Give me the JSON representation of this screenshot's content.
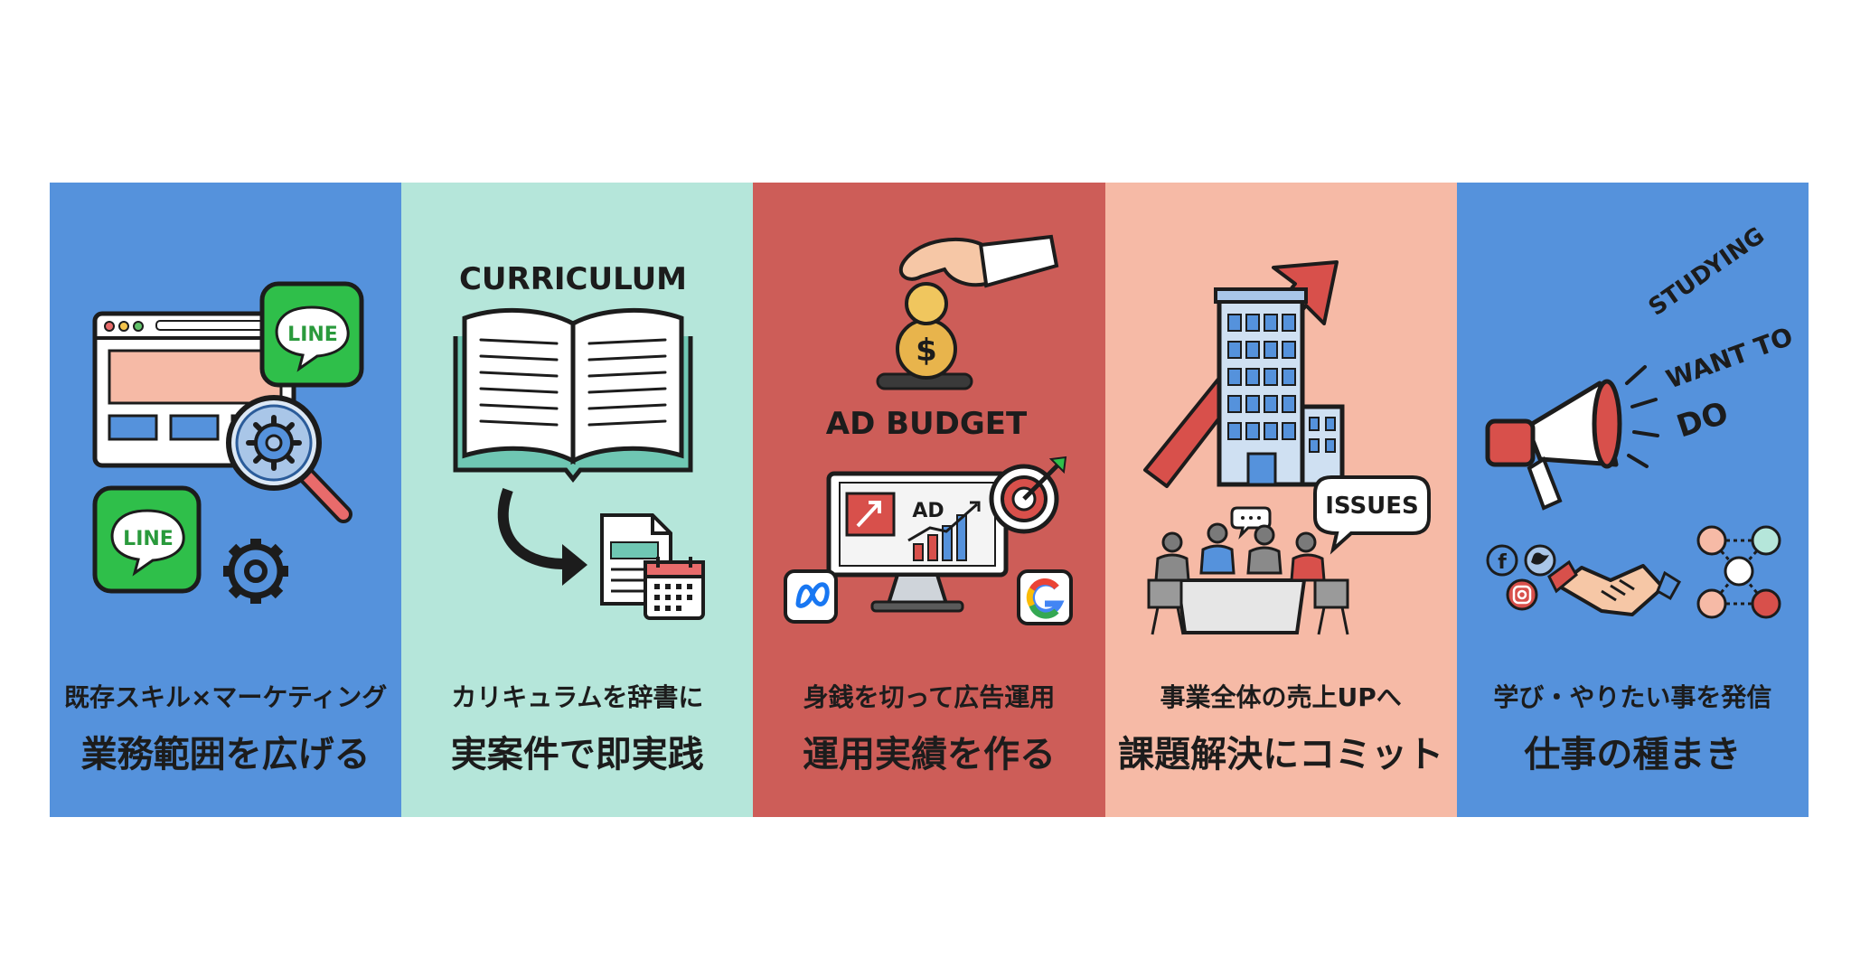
{
  "colors": {
    "panel_blue": "#5592dc",
    "panel_mint": "#b5e6da",
    "panel_red": "#cd5d58",
    "panel_peach": "#f6baa6",
    "line_green": "#2fbf4a",
    "outline": "#1c1c1c"
  },
  "panels": [
    {
      "subtitle": "既存スキル×マーケティング",
      "title": "業務範囲を広げる",
      "icons": [
        "browser-window-icon",
        "line-app-icon",
        "magnifier-gear-icon",
        "gear-icon"
      ],
      "badges": [
        "LINE",
        "LINE"
      ]
    },
    {
      "subtitle": "カリキュラムを辞書に",
      "title": "実案件で即実践",
      "icons": [
        "open-book-icon",
        "curved-arrow-icon",
        "document-icon",
        "calendar-icon"
      ],
      "heading": "CURRICULUM"
    },
    {
      "subtitle": "身銭を切って広告運用",
      "title": "運用実績を作る",
      "icons": [
        "hand-coin-icon",
        "monitor-chart-icon",
        "target-icon",
        "meta-icon",
        "google-icon"
      ],
      "heading": "AD BUDGET",
      "monitor_label": "AD"
    },
    {
      "subtitle": "事業全体の売上UPへ",
      "title": "課題解決にコミット",
      "icons": [
        "building-icon",
        "up-arrow-icon",
        "meeting-icon",
        "speech-bubble-icon"
      ],
      "bubble": "ISSUES"
    },
    {
      "subtitle": "学び・やりたい事を発信",
      "title": "仕事の種まき",
      "icons": [
        "megaphone-icon",
        "social-icons",
        "handshake-icon",
        "network-icon"
      ],
      "words": [
        "STUDYING",
        "WANT TO",
        "DO"
      ]
    }
  ]
}
